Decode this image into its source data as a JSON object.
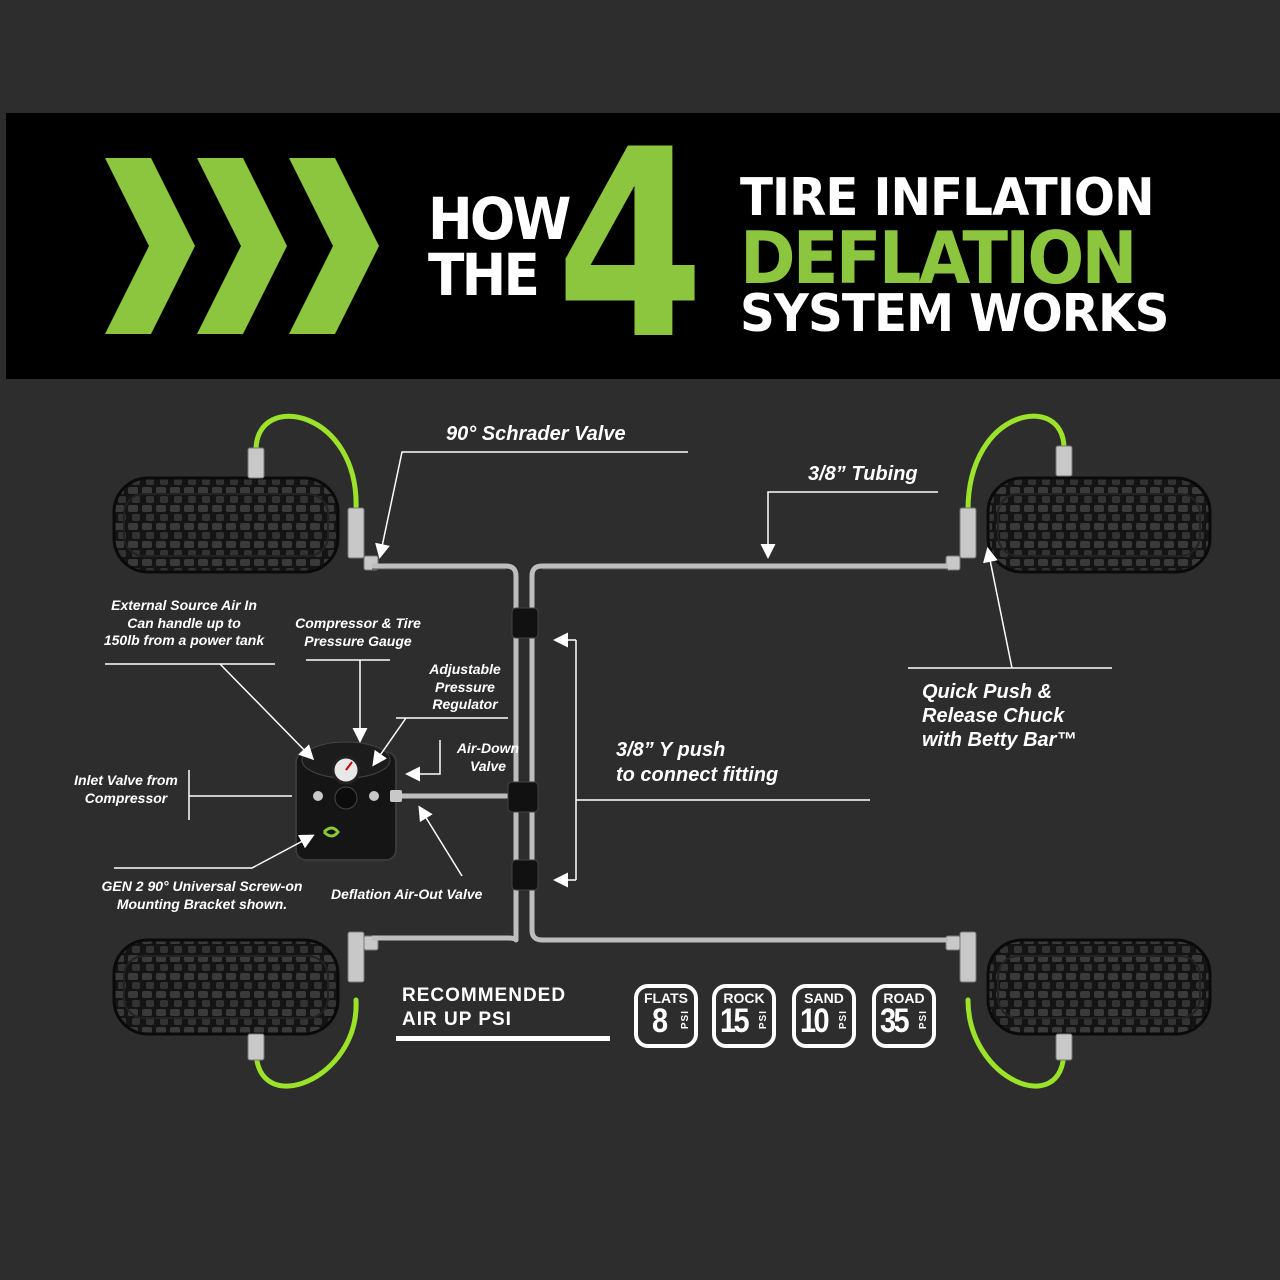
{
  "header": {
    "how": "HOW",
    "the": "THE",
    "four": "4",
    "line1": "TIRE INFLATION",
    "line2": "DEFLATION",
    "line3": "SYSTEM WORKS"
  },
  "labels": {
    "schrader": "90° Schrader Valve",
    "tubing": "3/8” Tubing",
    "external_1": "External Source Air In",
    "external_2": "Can handle up to",
    "external_3": "150lb from a power tank",
    "gauge_1": "Compressor & Tire",
    "gauge_2": "Pressure Gauge",
    "regulator_1": "Adjustable",
    "regulator_2": "Pressure",
    "regulator_3": "Regulator",
    "airdown_1": "Air-Down",
    "airdown_2": "Valve",
    "inlet_1": "Inlet Valve from",
    "inlet_2": "Compressor",
    "ypush_1": "3/8” Y push",
    "ypush_2": "to connect fitting",
    "chuck_1": "Quick Push &",
    "chuck_2": "Release Chuck",
    "chuck_3": "with Betty Bar™",
    "bracket_1": "GEN 2 90° Universal Screw-on",
    "bracket_2": "Mounting Bracket shown.",
    "deflation_out": "Deflation Air-Out Valve"
  },
  "psi": {
    "title_1": "RECOMMENDED",
    "title_2": "AIR UP PSI",
    "unit": "PSI",
    "badges": [
      {
        "name": "FLATS",
        "value": "8"
      },
      {
        "name": "ROCK",
        "value": "15"
      },
      {
        "name": "SAND",
        "value": "10"
      },
      {
        "name": "ROAD",
        "value": "35"
      }
    ]
  },
  "colors": {
    "background": "#2d2d2d",
    "banner": "#000000",
    "accent_green": "#8cc63f",
    "hose_green": "#9be22b",
    "tubing_gray": "#bdbdbd",
    "text": "#ffffff"
  }
}
